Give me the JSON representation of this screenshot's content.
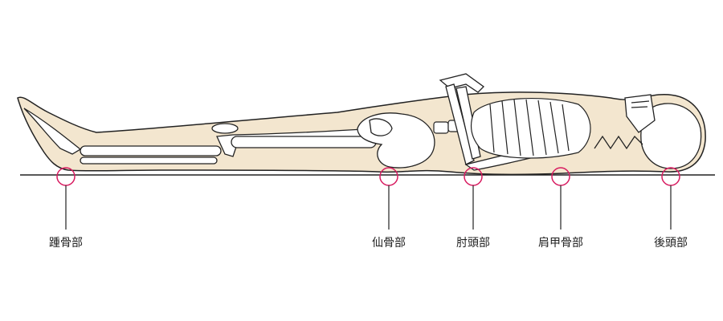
{
  "title": "仰臥位の褥瘡好発部位",
  "colors": {
    "skin": "#f3e6cf",
    "outline": "#222222",
    "bone": "#ffffff",
    "marker": "#d81b60"
  },
  "points": [
    {
      "id": "heel",
      "label": "踵骨部"
    },
    {
      "id": "sacrum",
      "label": "仙骨部"
    },
    {
      "id": "elbow",
      "label": "肘頭部"
    },
    {
      "id": "scapula",
      "label": "肩甲骨部"
    },
    {
      "id": "occiput",
      "label": "後頭部"
    }
  ]
}
